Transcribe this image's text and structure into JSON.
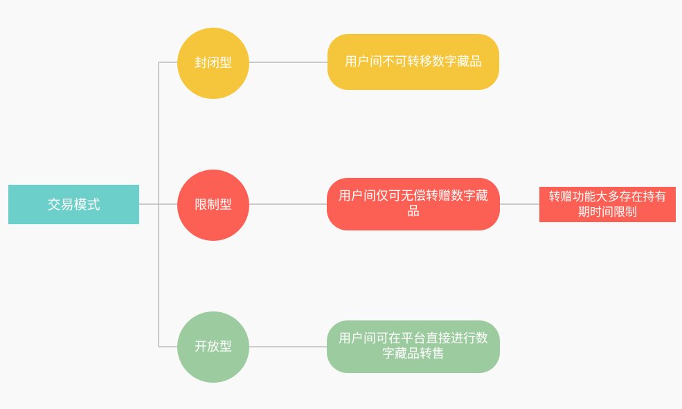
{
  "colors": {
    "root": "#6dcfc9",
    "closed": "#f5c63b",
    "restricted": "#fc5f54",
    "open": "#9ccb9f",
    "note": "#fc5f54",
    "connector": "#bbbbbb"
  },
  "root": {
    "label": "交易模式"
  },
  "branches": [
    {
      "type": "封闭型",
      "description": "用户间不可转移数字藏品"
    },
    {
      "type": "限制型",
      "description": "用户间仅可无偿转赠数字藏品",
      "note": "转赠功能大多存在持有期时间限制"
    },
    {
      "type": "开放型",
      "description": "用户间可在平台直接进行数字藏品转售"
    }
  ]
}
